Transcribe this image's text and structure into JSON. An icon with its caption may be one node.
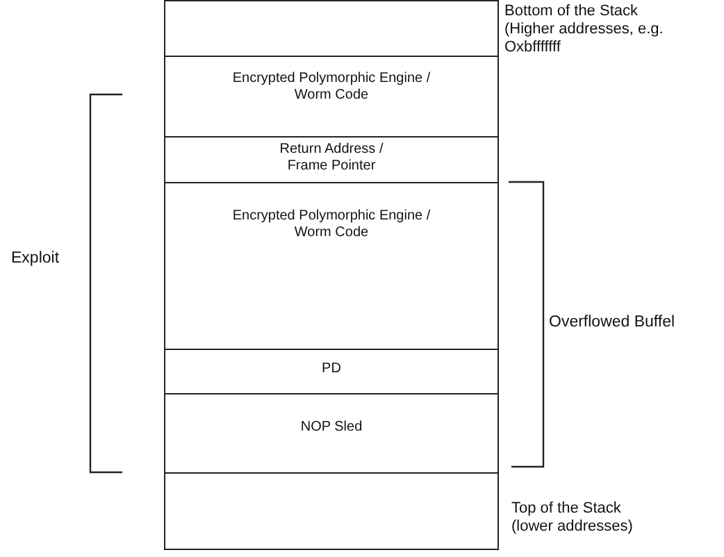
{
  "diagram": {
    "nodes": [
      {
        "text": [],
        "shape": "box",
        "beside": [
          "Bottom of the Stack (Higher addresses, e.g. Oxbfffffff"
        ]
      },
      {
        "text": [
          "Encrypted Polymorphic Engine / Worm Code"
        ]
      },
      {
        "text": [
          "Return Address / Frame Pointer"
        ]
      },
      {
        "text": [
          "Encrypted Polymorphic Engine / Worm Code"
        ]
      },
      {
        "text": [
          "PD"
        ]
      },
      {
        "text": [
          "NOP Sled"
        ]
      },
      {
        "text": [],
        "shape": "box",
        "beside": [
          "Top of the Stack (lower addresses)"
        ]
      }
    ],
    "edges": [],
    "labels": [
      "Exploit",
      "Overflowed Buffel"
    ]
  }
}
